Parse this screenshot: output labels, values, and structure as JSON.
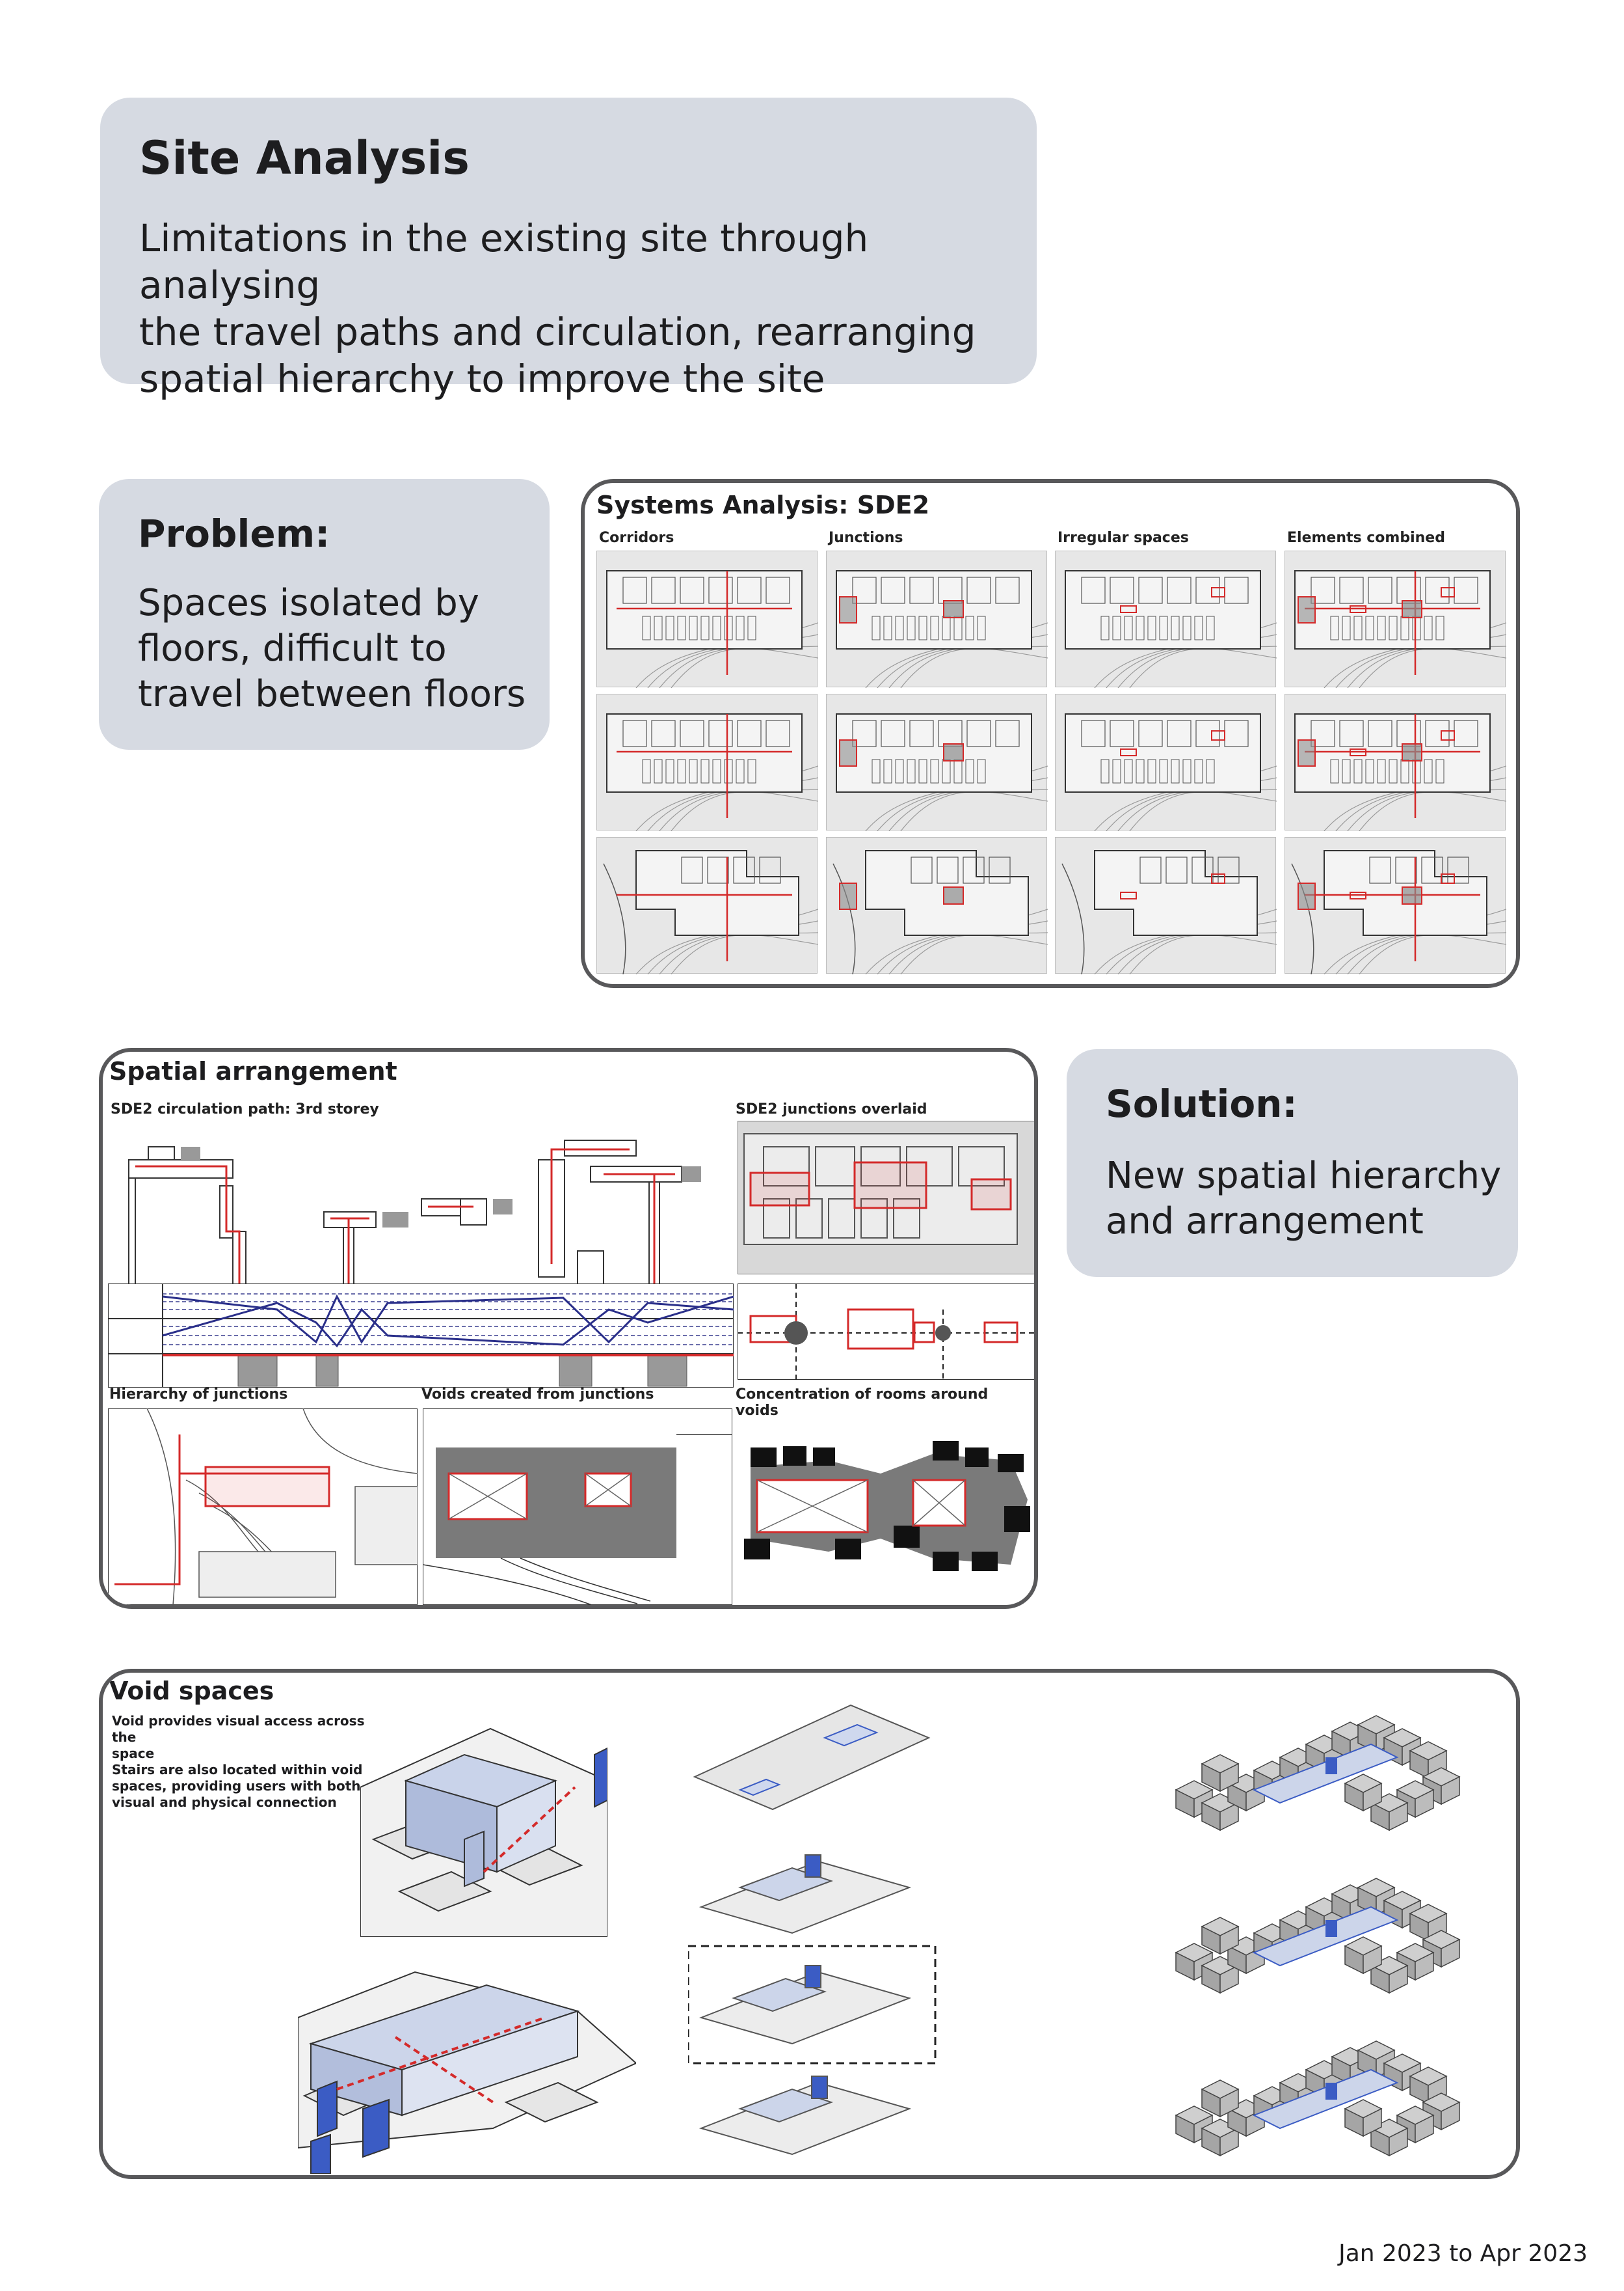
{
  "header": {
    "title": "Site Analysis",
    "subtitle_lines": [
      "Limitations in the existing site through analysing",
      "the travel paths and circulation, rearranging",
      "spatial hierarchy to improve the site"
    ]
  },
  "problem": {
    "label": "Problem:",
    "lines": [
      "Spaces isolated by",
      "floors, difficult to",
      "travel between floors"
    ]
  },
  "systems": {
    "title": "Systems Analysis: SDE2",
    "columns": [
      "Corridors",
      "Junctions",
      "Irregular spaces",
      "Elements combined"
    ]
  },
  "spatial": {
    "title": "Spatial arrangement",
    "circulation_label": "SDE2 circulation path: 3rd storey",
    "junctions_overlaid_label": "SDE2 junctions overlaid",
    "hierarchy_label": "Hierarchy of junctions",
    "voids_label": "Voids created from junctions",
    "concentration_label": "Concentration of rooms around voids"
  },
  "solution": {
    "label": "Solution:",
    "lines": [
      "New spatial hierarchy",
      "and arrangement"
    ]
  },
  "void": {
    "title": "Void spaces",
    "note_lines": [
      "Void provides visual access across the",
      "space",
      "Stairs are also located within void",
      "spaces, providing users with both",
      "visual and physical connection"
    ]
  },
  "footer": {
    "date_range": "Jan 2023 to Apr 2023"
  },
  "colors": {
    "card": "#d6dae2",
    "frame": "#58585a",
    "accent_red": "#d42a2a",
    "void_blue": "#3b5cc4"
  }
}
